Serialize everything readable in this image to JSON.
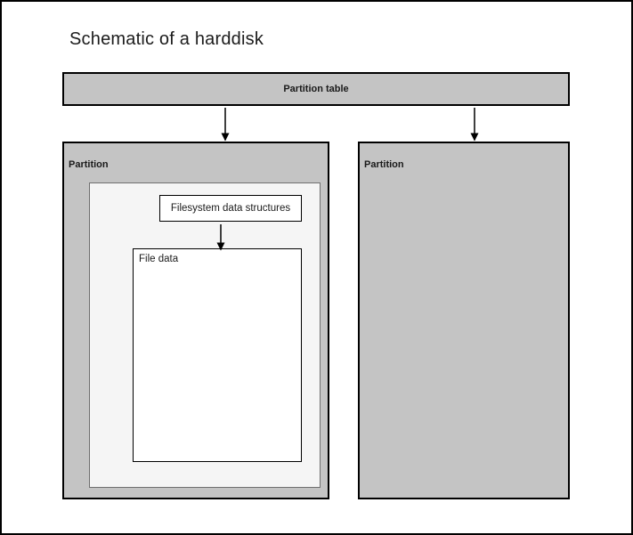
{
  "title": "Schematic of a harddisk",
  "partition_table": {
    "label": "Partition table"
  },
  "partitions": {
    "left": {
      "label": "Partition",
      "filesystem_structures": {
        "label": "Filesystem data structures"
      },
      "file_data": {
        "label": "File data"
      }
    },
    "right": {
      "label": "Partition"
    }
  },
  "icons": {
    "arrows": "down-arrow-icon"
  },
  "colors": {
    "partition_gray": "#c4c4c4",
    "inner_container_light": "#f5f5f5",
    "inner_container_border": "#6f6f6f",
    "box_border": "#000000",
    "text": "#1a1a1a",
    "background": "#ffffff"
  }
}
